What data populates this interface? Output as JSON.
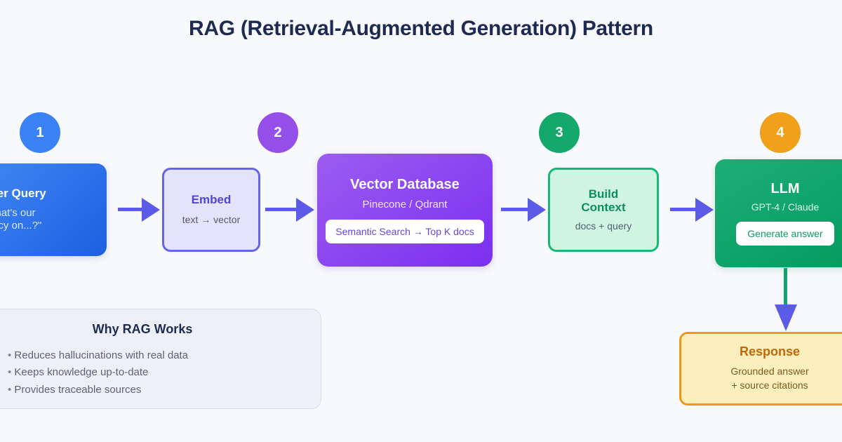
{
  "title": "RAG (Retrieval-Augmented Generation) Pattern",
  "badges": [
    {
      "number": "1",
      "color": "#3B82F6"
    },
    {
      "number": "2",
      "color": "#9450E8"
    },
    {
      "number": "3",
      "color": "#14A86B"
    },
    {
      "number": "4",
      "color": "#F0A01A"
    }
  ],
  "nodes": {
    "query": {
      "title": "User Query",
      "sub": "\"What's our\npolicy on...?\""
    },
    "embed": {
      "title": "Embed",
      "sub": "text → vector"
    },
    "vdb": {
      "title": "Vector Database",
      "sub": "Pinecone / Qdrant",
      "pill": "Semantic Search → Top K docs"
    },
    "ctx": {
      "title": "Build\nContext",
      "sub": "docs + query"
    },
    "llm": {
      "title": "LLM",
      "sub": "GPT-4 / Claude",
      "pill": "Generate answer"
    },
    "resp": {
      "title": "Response",
      "sub": "Grounded answer\n+ source citations"
    }
  },
  "panel": {
    "title": "Why RAG Works",
    "items": [
      "Reduces hallucinations with real data",
      "Keeps knowledge up-to-date",
      "Provides traceable sources"
    ]
  },
  "colors": {
    "background": "#F8F9FC",
    "title_text": "#1E2A52",
    "arrow": "#5B5BE8",
    "vertical_connector": "#12A46E",
    "query_node": "#2F78F0",
    "embed_border": "#6366E8",
    "vdb_node": "#8A45F0",
    "ctx_border": "#14B877",
    "llm_node": "#0E9E63",
    "response_border": "#EB9B15",
    "panel_bg": "#EDF1F7"
  }
}
